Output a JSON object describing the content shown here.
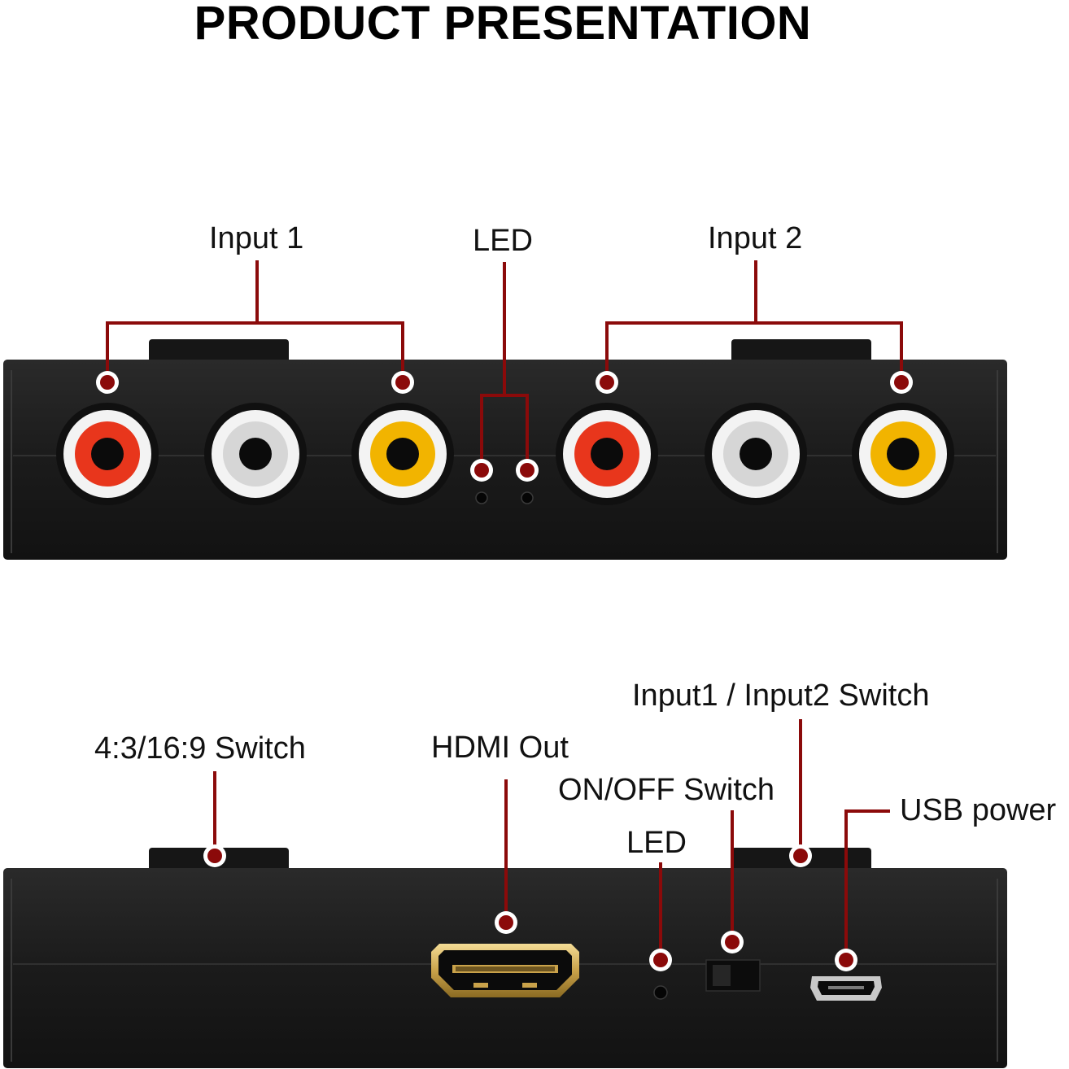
{
  "title": "PRODUCT PRESENTATION",
  "colors": {
    "callout": "#8b0a0a",
    "device": "#1c1c1c",
    "rca_red": "#e8361c",
    "rca_white": "#d9d9d9",
    "rca_yellow": "#f2b400",
    "hdmi_gold": "#c9a24a"
  },
  "top_panel": {
    "labels": {
      "input1": "Input 1",
      "led": "LED",
      "input2": "Input 2"
    }
  },
  "bottom_panel": {
    "labels": {
      "aspect_switch": "4:3/16:9 Switch",
      "hdmi_out": "HDMI Out",
      "input_switch": "Input1 / Input2 Switch",
      "power_switch": "ON/OFF Switch",
      "led": "LED",
      "usb_power": "USB power"
    }
  }
}
